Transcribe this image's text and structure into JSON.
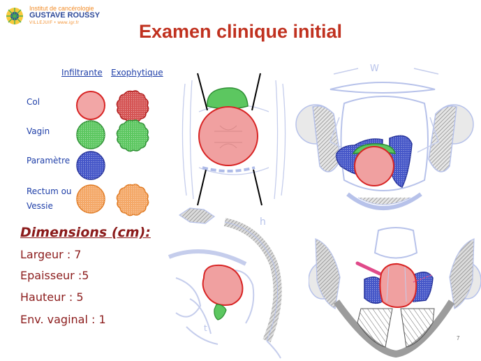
{
  "logo": {
    "line1": "Institut de cancérologie",
    "line2": "GUSTAVE ROUSSY",
    "line3": "VILLEJUIF • www.igr.fr"
  },
  "title": "Examen clinique initial",
  "legend": {
    "col_infiltrante": "Infiltrante",
    "col_exophytique": "Exophytique",
    "rows": [
      {
        "label": "Col",
        "color": "#e36b6b"
      },
      {
        "label": "Vagin",
        "color": "#3dbb4a"
      },
      {
        "label": "Paramètre",
        "color": "#3a4bc4"
      },
      {
        "label": "Rectum ou",
        "label2": "Vessie",
        "color": "#f0913a"
      }
    ]
  },
  "diagram_labels": {
    "axial_top": "W",
    "sagittal": "h",
    "sagittal_bottom": "t"
  },
  "dimensions": {
    "title": "Dimensions (cm):",
    "largeur": "Largeur : 7",
    "epaisseur": "Epaisseur :5",
    "hauteur": "Hauteur : 5",
    "env_vaginal": "Env. vaginal : 1"
  },
  "page_number": "7"
}
